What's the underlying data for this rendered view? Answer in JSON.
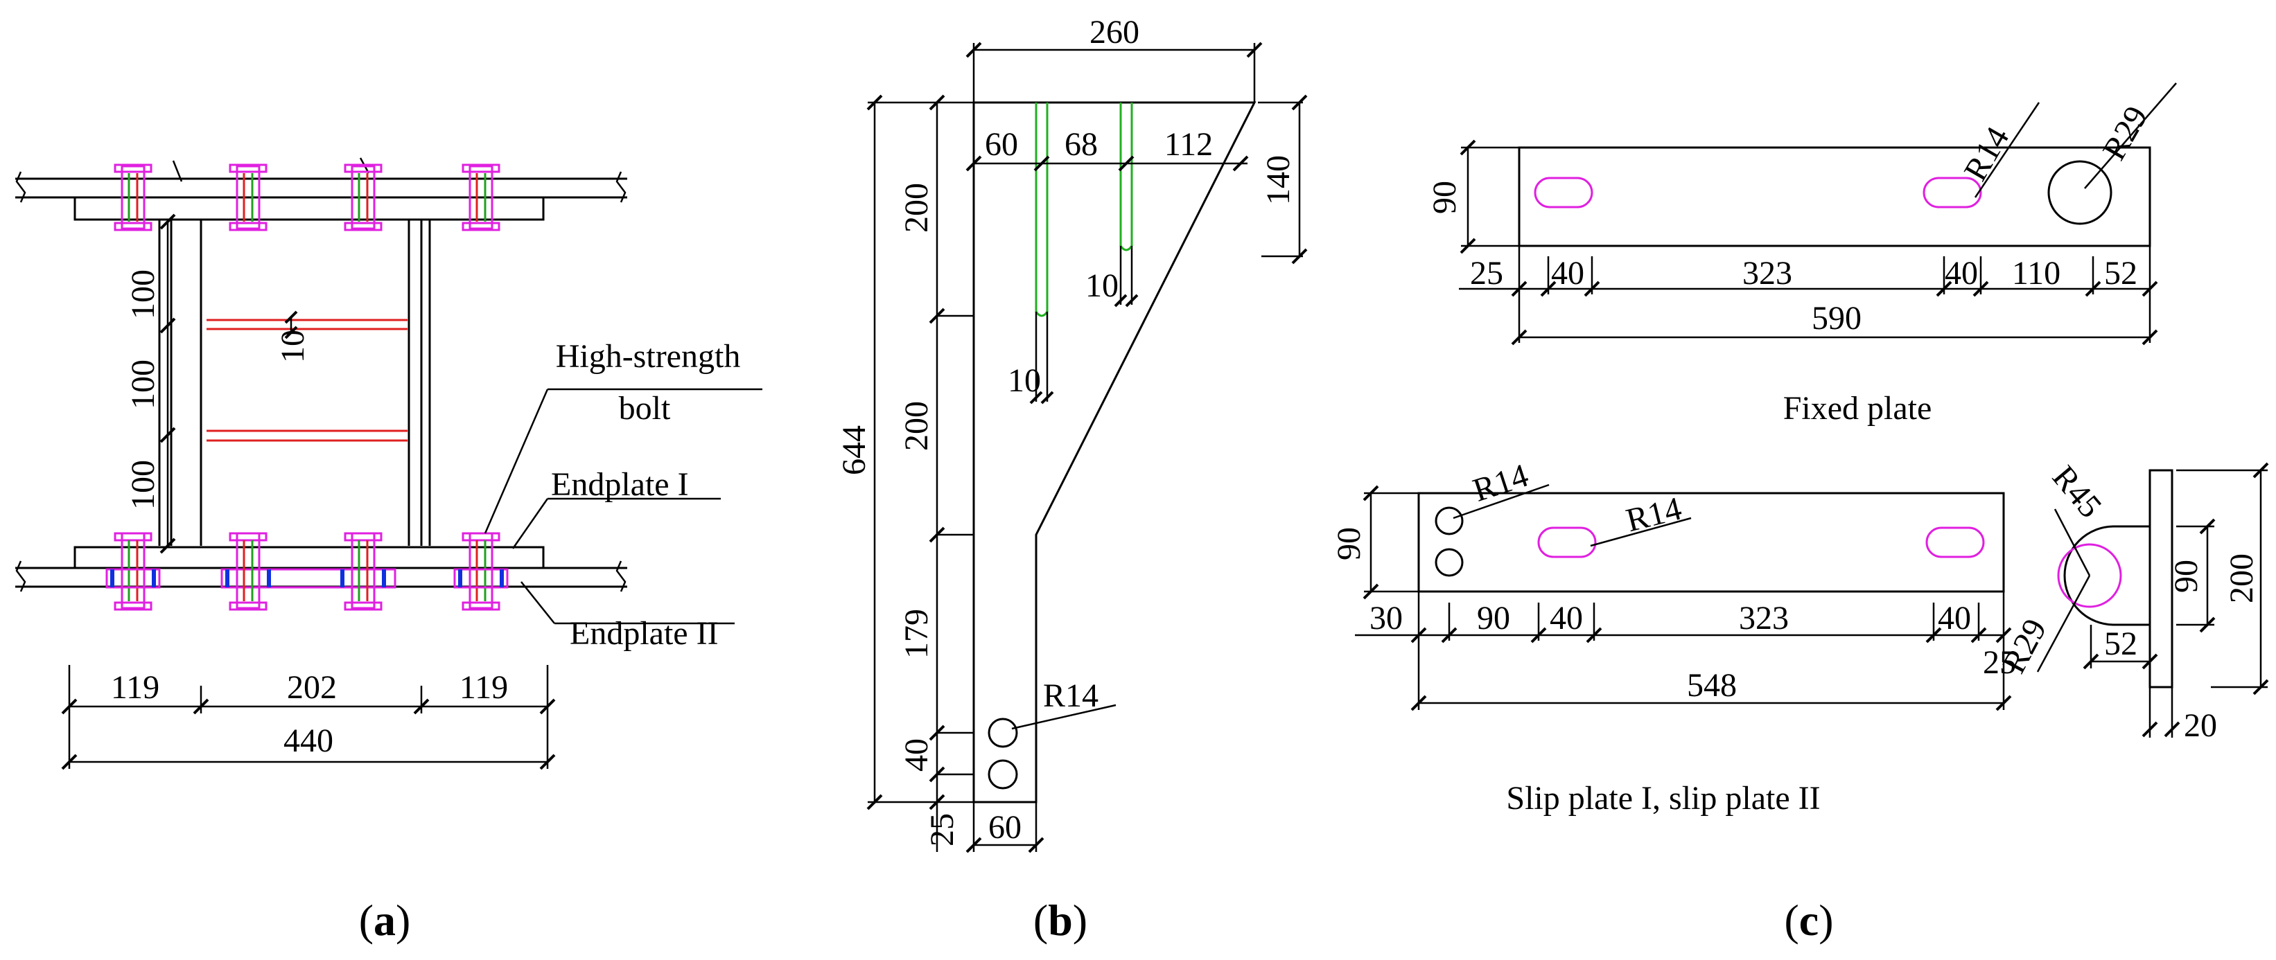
{
  "figure": {
    "panel_a": {
      "dims": {
        "d100_top": "100",
        "d100_mid": "100",
        "d100_bot": "100",
        "d10": "10",
        "d119_left": "119",
        "d202": "202",
        "d119_right": "119",
        "d440": "440"
      },
      "labels": {
        "hsb_line1": "High-strength",
        "hsb_line2": "bolt",
        "endplate1": "Endplate I",
        "endplate2": "Endplate II"
      },
      "caption": {
        "open": "(",
        "letter": "a",
        "close": ")"
      }
    },
    "panel_b": {
      "dims": {
        "d260": "260",
        "d60_top": "60",
        "d68": "68",
        "d112": "112",
        "d140": "140",
        "d200_top": "200",
        "d200_mid": "200",
        "d179": "179",
        "d40": "40",
        "d25": "25",
        "d644": "644",
        "d10_a": "10",
        "d10_b": "10",
        "d60_bot": "60",
        "r14": "R14"
      },
      "caption": {
        "open": "(",
        "letter": "b",
        "close": ")"
      }
    },
    "panel_c": {
      "fixed": {
        "dims": {
          "d90": "90",
          "d25": "25",
          "d40_a": "40",
          "d323": "323",
          "d40_b": "40",
          "d110": "110",
          "d52": "52",
          "d590": "590",
          "r14": "R14",
          "r29": "R29"
        },
        "title": "Fixed plate"
      },
      "slip": {
        "dims": {
          "d90": "90",
          "d30": "30",
          "d90_b": "90",
          "d40_a": "40",
          "d323": "323",
          "d40_b": "40",
          "d25": "25",
          "d548": "548",
          "r14_a": "R14",
          "r14_b": "R14",
          "r45": "R45",
          "r29": "R29",
          "d52": "52",
          "d90_side": "90",
          "d200": "200",
          "d20": "20"
        },
        "title": "Slip plate I, slip plate II"
      },
      "caption": {
        "open": "(",
        "letter": "c",
        "close": ")"
      }
    }
  }
}
